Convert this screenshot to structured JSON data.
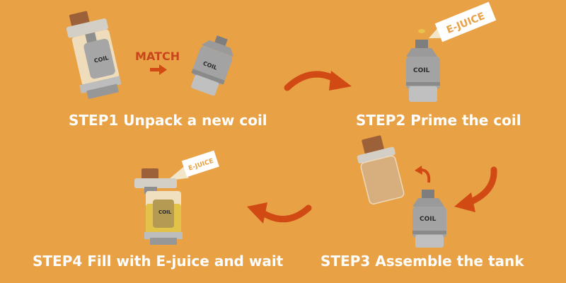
{
  "steps": {
    "step1": "STEP1 Unpack a new coil",
    "step2": "STEP2 Prime the coil",
    "step3": "STEP3 Assemble the tank",
    "step4": "STEP4 Fill with E-juice and wait"
  },
  "labels": {
    "match": "MATCH",
    "coil": "COIL",
    "e_juice": "E-JUICE"
  },
  "colors": {
    "background": "#E8A145",
    "arrow": "#D14A14",
    "text": "#FFFFFF",
    "coil_body": "#9A9A9A",
    "juice": "#E3C24A"
  }
}
